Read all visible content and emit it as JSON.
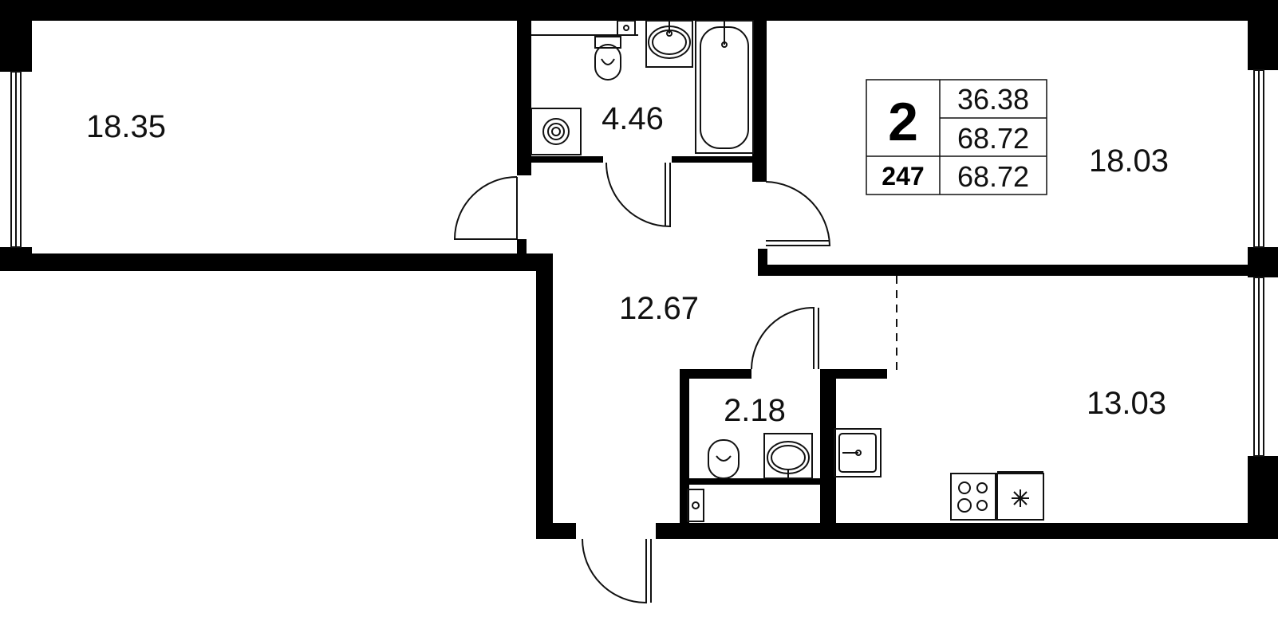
{
  "colors": {
    "wall": "#000000",
    "line": "#111111",
    "background": "#ffffff"
  },
  "rooms": [
    {
      "id": "room-left",
      "area": "18.35"
    },
    {
      "id": "bathroom",
      "area": "4.46"
    },
    {
      "id": "room-right",
      "area": "18.03"
    },
    {
      "id": "hallway",
      "area": "12.67"
    },
    {
      "id": "wc",
      "area": "2.18"
    },
    {
      "id": "kitchen",
      "area": "13.03"
    }
  ],
  "info": {
    "rooms_count": "2",
    "apartment_number": "247",
    "living_area": "36.38",
    "total_area": "68.72",
    "total_area_2": "68.72"
  },
  "icons": [
    "window-icon",
    "door-swing-icon",
    "bathtub-icon",
    "sink-icon",
    "toilet-icon",
    "washing-machine-icon",
    "stove-icon",
    "kitchen-sink-icon"
  ]
}
